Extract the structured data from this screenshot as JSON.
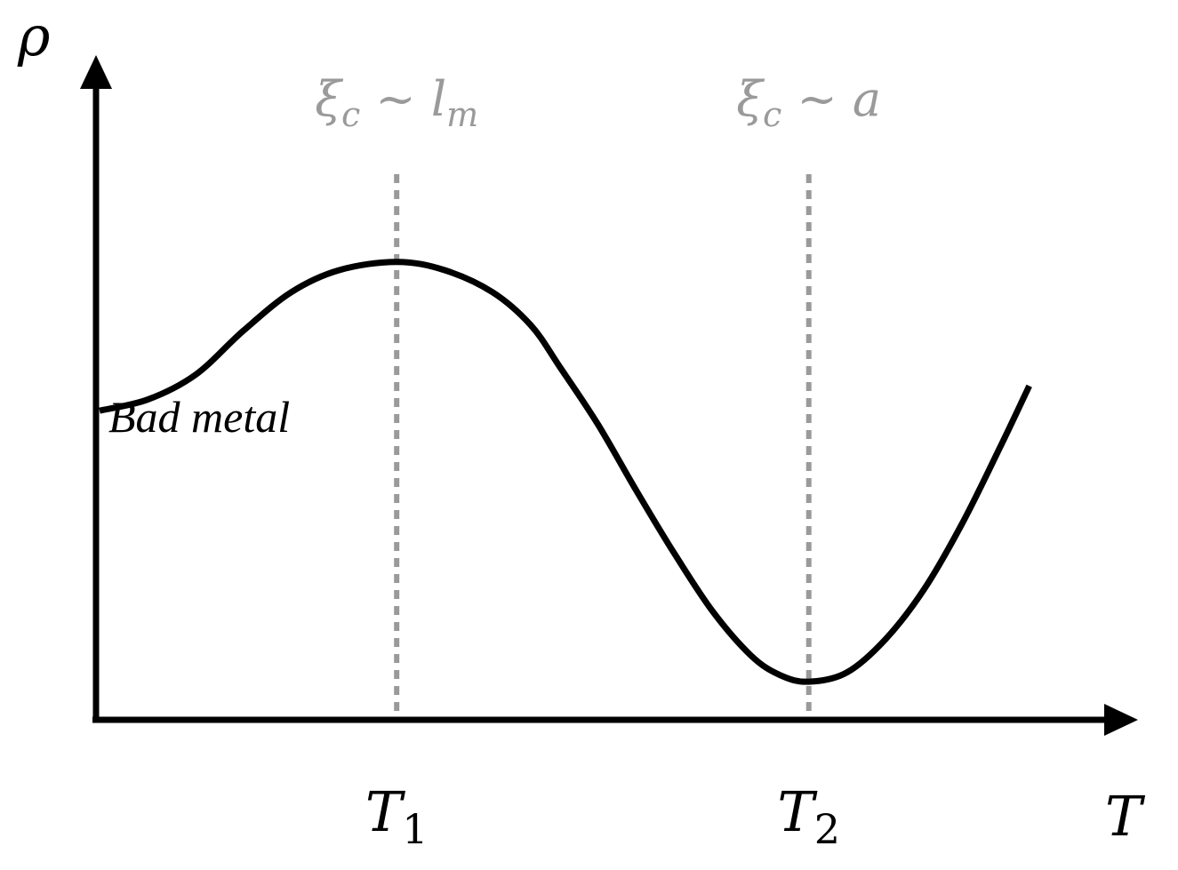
{
  "chart_data": {
    "type": "line",
    "ylabel": "ρ",
    "xlabel": "T",
    "ticks": [
      {
        "main": "T",
        "sub": "1",
        "t": 0.31
      },
      {
        "main": "T",
        "sub": "2",
        "t": 0.74
      }
    ],
    "annotations": [
      {
        "base": "ξ",
        "sub": "c",
        "rel": " ~ ",
        "rhs": "l",
        "rhs_sub": "m",
        "t": 0.31
      },
      {
        "base": "ξ",
        "sub": "c",
        "rel": " ~ ",
        "rhs": "a",
        "rhs_sub": "",
        "t": 0.74
      }
    ],
    "region_label": "Bad metal",
    "series": [
      {
        "points": [
          [
            0.0,
            0.545
          ],
          [
            0.05,
            0.565
          ],
          [
            0.1,
            0.61
          ],
          [
            0.15,
            0.69
          ],
          [
            0.2,
            0.76
          ],
          [
            0.25,
            0.8
          ],
          [
            0.31,
            0.815
          ],
          [
            0.36,
            0.8
          ],
          [
            0.41,
            0.76
          ],
          [
            0.45,
            0.7
          ],
          [
            0.48,
            0.625
          ],
          [
            0.52,
            0.52
          ],
          [
            0.56,
            0.4
          ],
          [
            0.6,
            0.285
          ],
          [
            0.64,
            0.18
          ],
          [
            0.68,
            0.1
          ],
          [
            0.71,
            0.065
          ],
          [
            0.74,
            0.053
          ],
          [
            0.78,
            0.07
          ],
          [
            0.82,
            0.13
          ],
          [
            0.86,
            0.22
          ],
          [
            0.9,
            0.34
          ],
          [
            0.94,
            0.48
          ],
          [
            0.97,
            0.59
          ]
        ]
      }
    ],
    "colors": {
      "curve": "#000000",
      "axes": "#000000",
      "marker": "#9a9a9a",
      "annotation": "#9a9a9a"
    }
  }
}
